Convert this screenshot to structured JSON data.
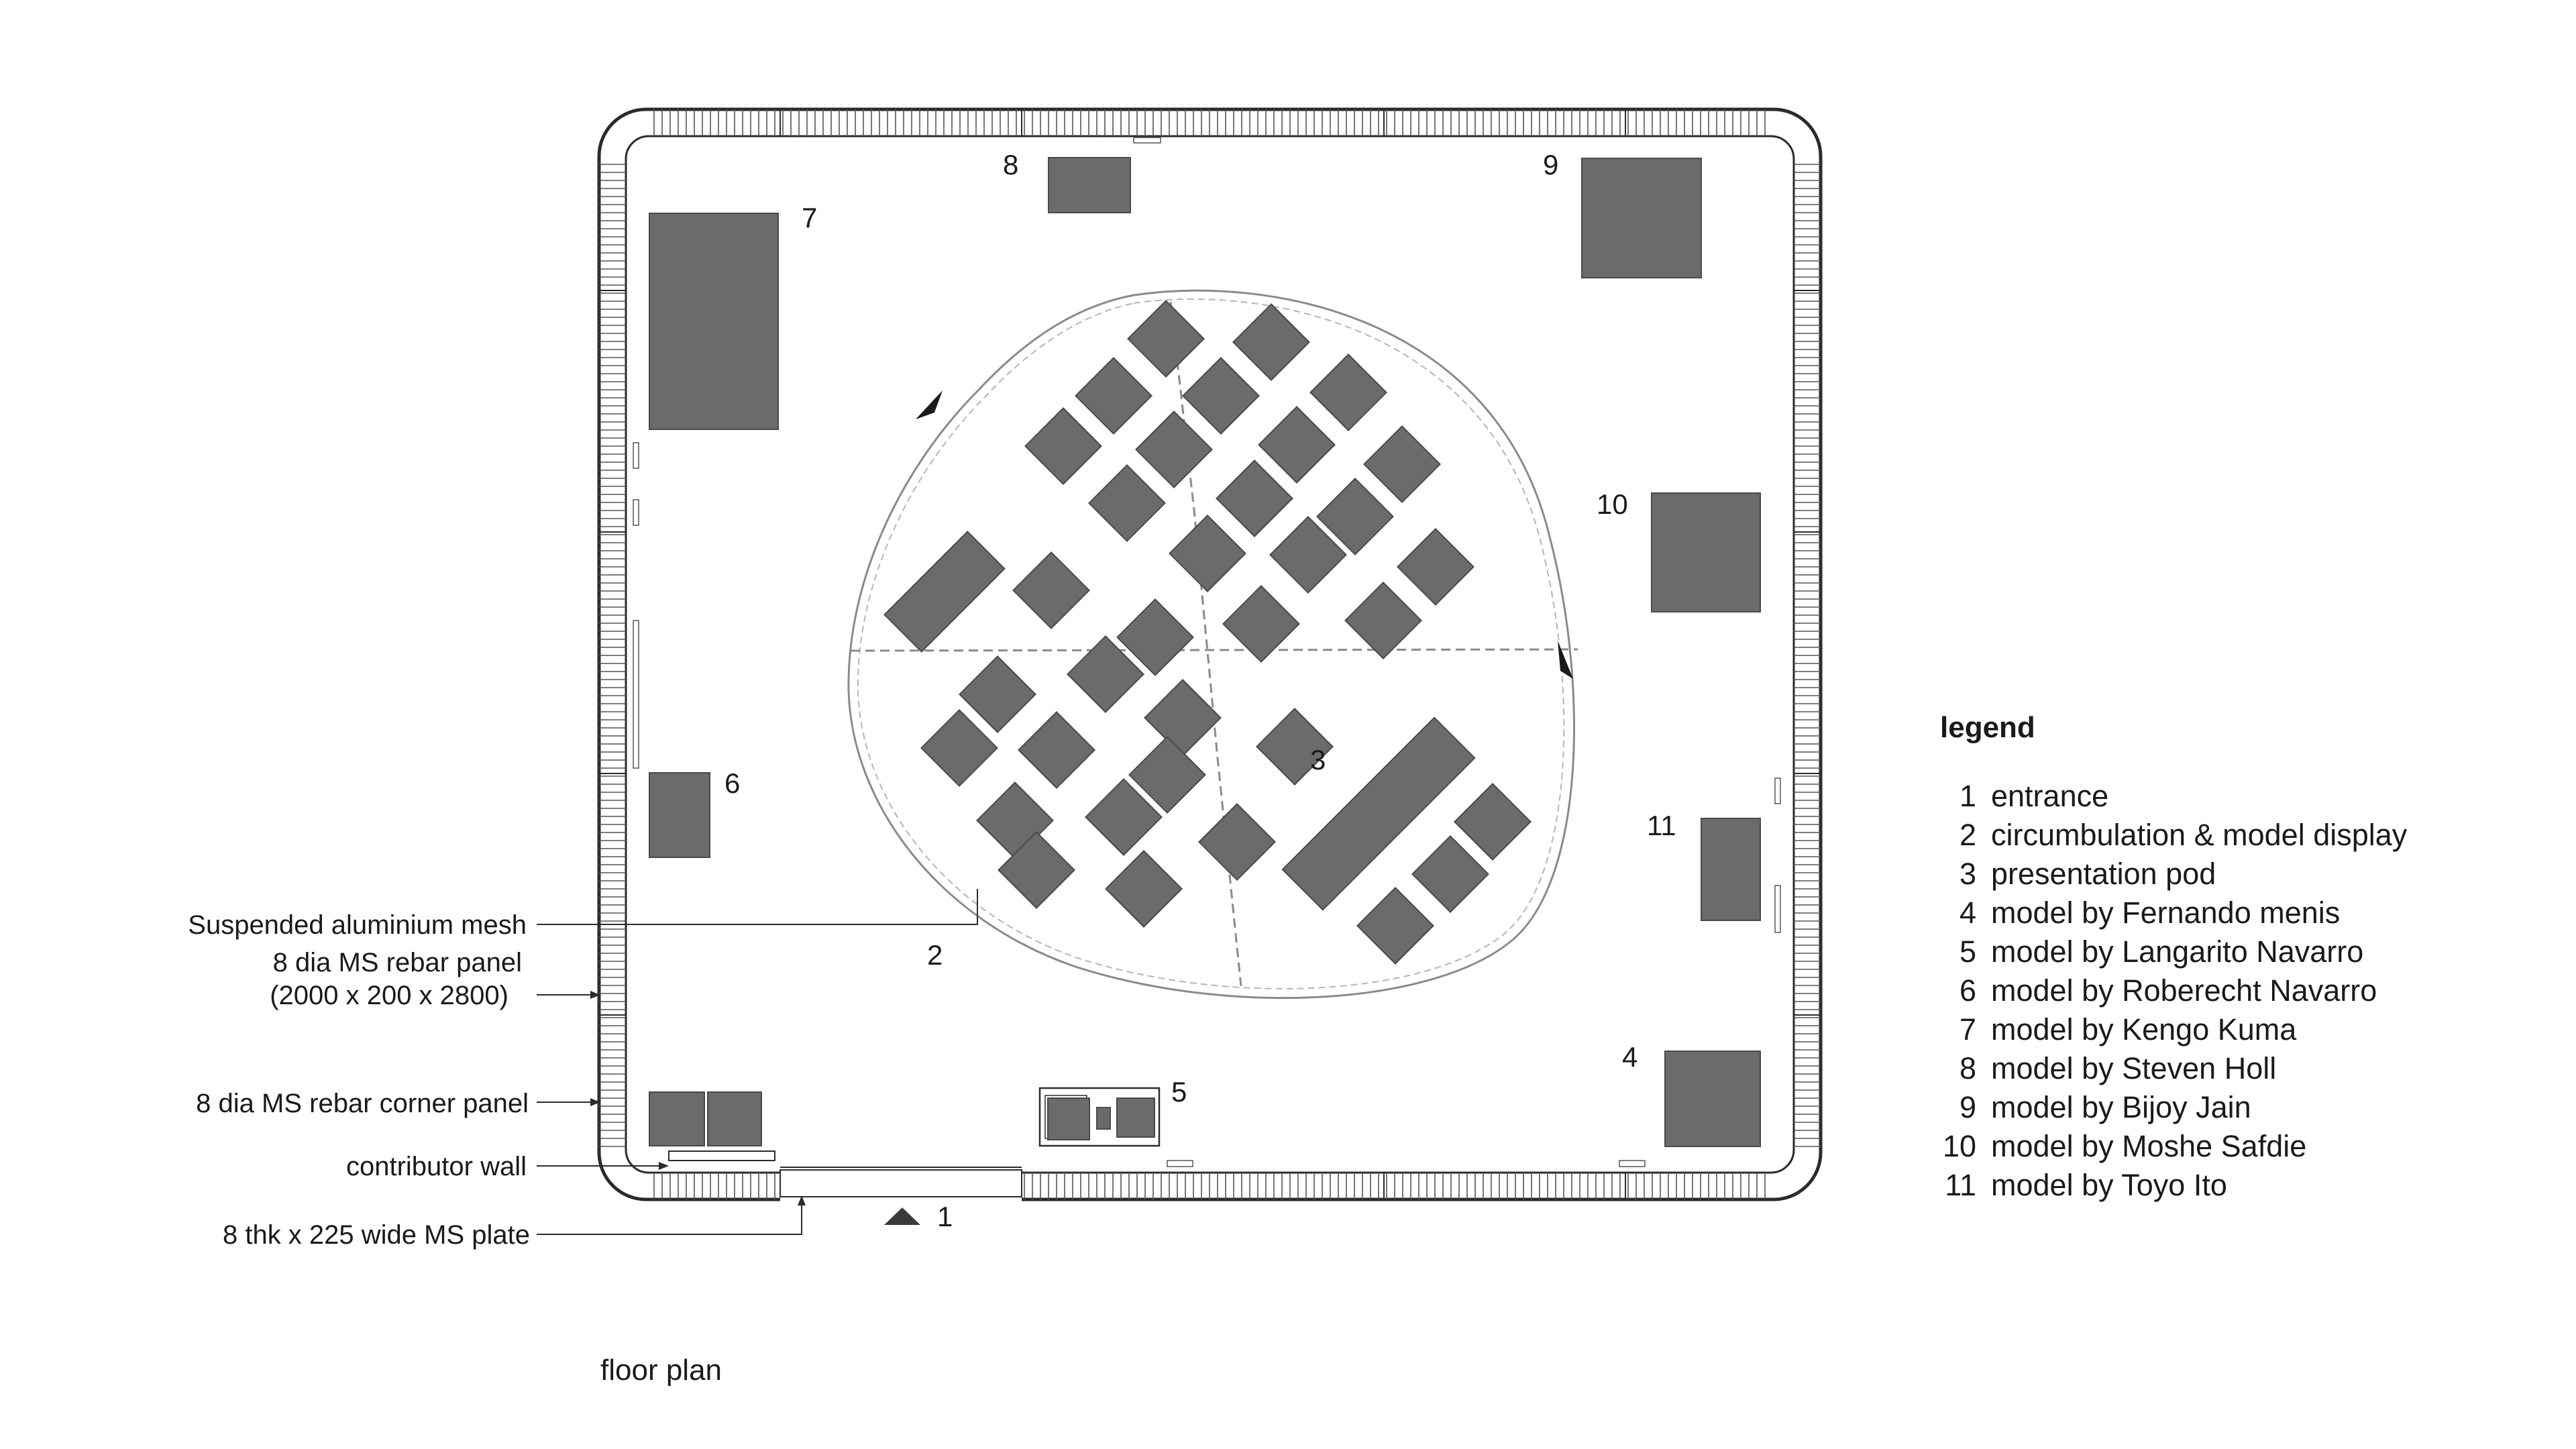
{
  "drawing": {
    "caption": "floor plan",
    "zone_numbers": [
      "1",
      "2",
      "3",
      "4",
      "5",
      "6",
      "7",
      "8",
      "9",
      "10",
      "11"
    ],
    "annotations": {
      "mesh": "Suspended aluminium mesh",
      "rebar_panel": "8 dia MS rebar panel",
      "rebar_panel_dims": "(2000 x 200 x 2800)",
      "corner_panel": "8 dia MS rebar corner panel",
      "contributor_wall": "contributor wall",
      "ms_plate": "8 thk x 225 wide MS plate"
    },
    "colors": {
      "model_fill": "#6b6b6b",
      "line": "#2b2b2b",
      "dashed": "#8a8a8a"
    },
    "icons": [
      "entrance-arrow-icon",
      "circulation-arrow-icon"
    ]
  },
  "legend": {
    "title": "legend",
    "items": [
      {
        "num": "1",
        "text": "entrance"
      },
      {
        "num": "2",
        "text": "circumbulation & model display"
      },
      {
        "num": "3",
        "text": "presentation pod"
      },
      {
        "num": "4",
        "text": "model by Fernando menis"
      },
      {
        "num": "5",
        "text": "model by Langarito Navarro"
      },
      {
        "num": "6",
        "text": "model by Roberecht Navarro"
      },
      {
        "num": "7",
        "text": "model by Kengo Kuma"
      },
      {
        "num": "8",
        "text": "model by Steven Holl"
      },
      {
        "num": "9",
        "text": "model by Bijoy Jain"
      },
      {
        "num": "10",
        "text": "model by Moshe Safdie"
      },
      {
        "num": "11",
        "text": "model by Toyo Ito"
      }
    ]
  }
}
